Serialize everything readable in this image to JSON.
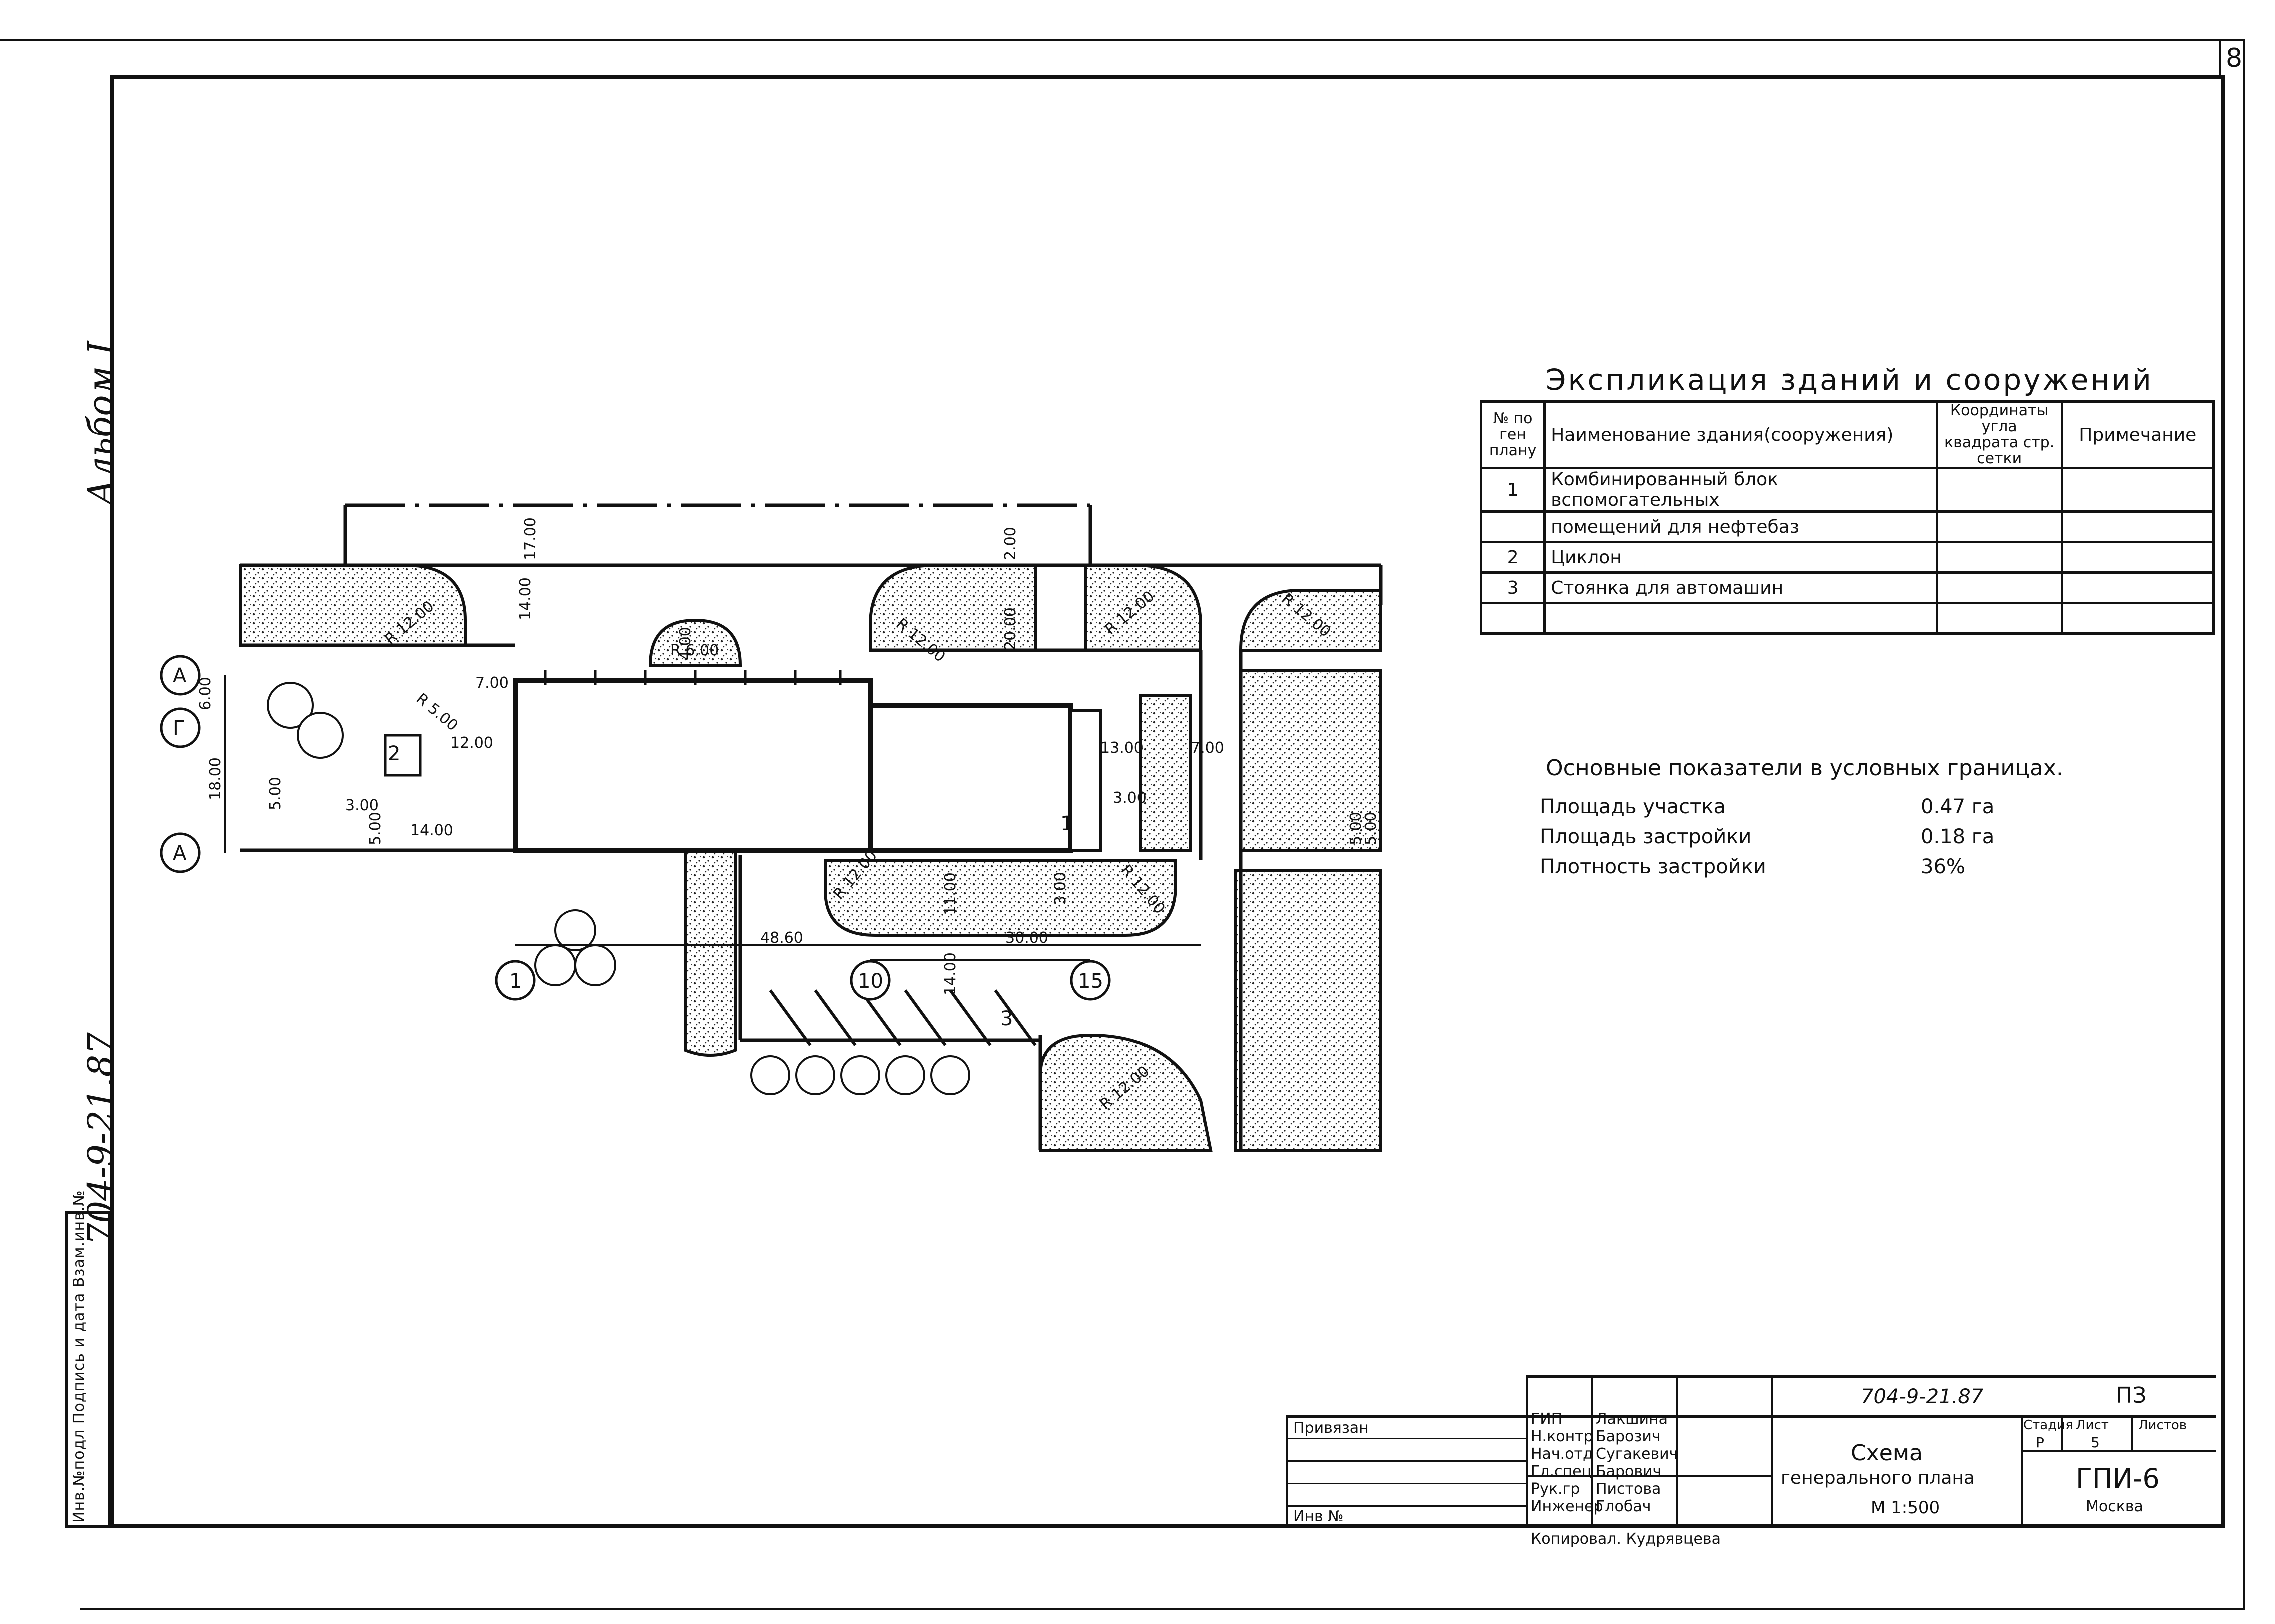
{
  "sheet": {
    "page_number": "8",
    "album_label": "Альбом I",
    "vertical_code": "704-9-21.87",
    "left_strip_text": "Инв.№подл Подпись и дата Взам.инв.№"
  },
  "explication": {
    "title": "Экспликация зданий и сооружений",
    "headers": {
      "num": "№ по ген плану",
      "name": "Наименование здания(сооружения)",
      "coords": "Координаты угла квадрата стр. сетки",
      "note": "Примечание"
    },
    "rows": [
      {
        "num": "1",
        "name": "Комбинированный блок вспомогательных"
      },
      {
        "num": "",
        "name": "помещений для нефтебаз"
      },
      {
        "num": "2",
        "name": "Циклон"
      },
      {
        "num": "3",
        "name": "Стоянка для автомашин"
      },
      {
        "num": "",
        "name": ""
      }
    ]
  },
  "indicators": {
    "title": "Основные показатели в условных границах.",
    "items": [
      {
        "label": "Площадь участка",
        "value": "0.47 га"
      },
      {
        "label": "Площадь застройки",
        "value": "0.18 га"
      },
      {
        "label": "Плотность застройки",
        "value": "36%"
      }
    ]
  },
  "plan": {
    "axis_labels": {
      "A_top": "А",
      "G": "Г",
      "A_bottom": "А",
      "ax1": "1",
      "ax10": "10",
      "ax15": "15"
    },
    "dims": {
      "d600": "6.00",
      "d1800": "18.00",
      "d500a": "5.00",
      "d500b": "5.00",
      "d300a": "3.00",
      "d1400a": "14.00",
      "d1200": "12.00",
      "d700a": "7.00",
      "d1400b": "14.00",
      "d1700": "17.00",
      "d2000": "20.00",
      "d200": "2.00",
      "d1300": "13.00",
      "d700b": "7.00",
      "d300b": "3.00",
      "d4860": "48.60",
      "d3000": "30.00",
      "d1100": "11.00",
      "d1400c": "14.00",
      "d300c": "3.00",
      "d500c": "5.00",
      "d500d": "5.00",
      "d400": "4.00"
    },
    "radii": {
      "r1": "R 12.00",
      "r2": "R 5.00",
      "r3": "R 12.00",
      "r4": "R 12.00",
      "r5": "R 12.00",
      "r6": "R 12.00",
      "r7": "R 12.00",
      "r8": "R 12.00",
      "r9": "R 6.00"
    },
    "markers": {
      "m1": "1",
      "m2": "2",
      "m3": "3"
    }
  },
  "title_block": {
    "privyazan": "Привязан",
    "inv": "Инв №",
    "code": "704-9-21.87",
    "stage_code": "ПЗ",
    "roles": [
      {
        "role": "ГИП",
        "name": "Лакшина"
      },
      {
        "role": "Н.контр",
        "name": "Барозич"
      },
      {
        "role": "Нач.отд",
        "name": "Сугакевич"
      },
      {
        "role": "Гл.спец",
        "name": "Барович"
      },
      {
        "role": "Рук.гр",
        "name": "Пистова"
      },
      {
        "role": "Инженер",
        "name": "Глобач"
      }
    ],
    "copied": "Копировал. Кудрявцева",
    "drawing_title_1": "Схема",
    "drawing_title_2": "генерального плана",
    "scale": "М 1:500",
    "stage_label": "Стадия",
    "sheet_label": "Лист",
    "sheets_label": "Листов",
    "stage": "Р",
    "sheet": "5",
    "org": "ГПИ-6",
    "city": "Москва"
  }
}
